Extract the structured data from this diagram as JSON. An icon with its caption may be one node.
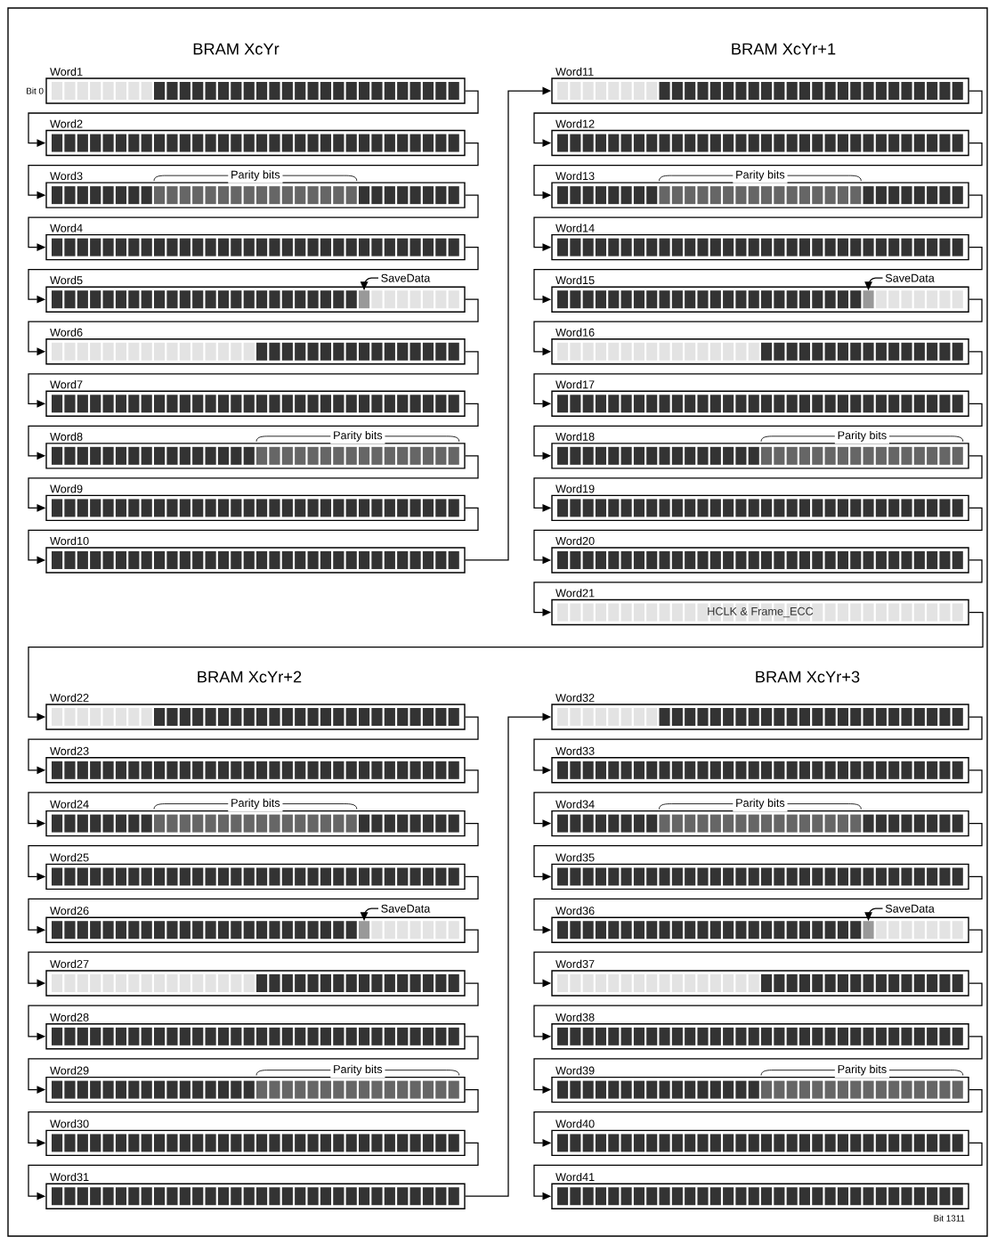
{
  "diagram": {
    "nodes": [
      {
        "text": [
          "Word1"
        ],
        "beside": [
          "Bit 0"
        ]
      },
      {
        "text": [
          "Word2"
        ]
      },
      {
        "text": [
          "Word3"
        ]
      },
      {
        "text": [
          "Word4"
        ]
      },
      {
        "text": [
          "Word5"
        ]
      },
      {
        "text": [
          "Word6"
        ]
      },
      {
        "text": [
          "Word7"
        ]
      },
      {
        "text": [
          "Word8"
        ]
      },
      {
        "text": [
          "Word9"
        ]
      },
      {
        "text": [
          "Word10"
        ]
      },
      {
        "text": [
          "Word11"
        ]
      },
      {
        "text": [
          "Word12"
        ]
      },
      {
        "text": [
          "Word13"
        ]
      },
      {
        "text": [
          "Word14"
        ]
      },
      {
        "text": [
          "Word15"
        ]
      },
      {
        "text": [
          "Word16"
        ]
      },
      {
        "text": [
          "Word17"
        ]
      },
      {
        "text": [
          "Word18"
        ]
      },
      {
        "text": [
          "Word19"
        ]
      },
      {
        "text": [
          "Word20"
        ]
      },
      {
        "text": [
          "Word21",
          "HCLK & Frame_ECC"
        ]
      },
      {
        "text": [
          "Word22"
        ]
      },
      {
        "text": [
          "Word23"
        ]
      },
      {
        "text": [
          "Word24"
        ]
      },
      {
        "text": [
          "Word25"
        ]
      },
      {
        "text": [
          "Word26"
        ]
      },
      {
        "text": [
          "Word27"
        ]
      },
      {
        "text": [
          "Word28"
        ]
      },
      {
        "text": [
          "Word29"
        ]
      },
      {
        "text": [
          "Word30"
        ]
      },
      {
        "text": [
          "Word31"
        ]
      },
      {
        "text": [
          "Word32"
        ]
      },
      {
        "text": [
          "Word33"
        ]
      },
      {
        "text": [
          "Word34"
        ]
      },
      {
        "text": [
          "Word35"
        ]
      },
      {
        "text": [
          "Word36"
        ]
      },
      {
        "text": [
          "Word37"
        ]
      },
      {
        "text": [
          "Word38"
        ]
      },
      {
        "text": [
          "Word39"
        ]
      },
      {
        "text": [
          "Word40"
        ]
      },
      {
        "text": [
          "Word41"
        ],
        "beside": [
          "Bit 1311"
        ]
      },
      {
        "text": [
          "SaveData"
        ]
      },
      {
        "text": [
          "SaveData"
        ]
      },
      {
        "text": [
          "SaveData"
        ]
      },
      {
        "text": [
          "SaveData"
        ]
      }
    ],
    "edges": [
      {
        "from": 0,
        "to": 1,
        "arrow": "to"
      },
      {
        "from": 1,
        "to": 2,
        "arrow": "to"
      },
      {
        "from": 2,
        "to": 3,
        "arrow": "to"
      },
      {
        "from": 3,
        "to": 4,
        "arrow": "to"
      },
      {
        "from": 4,
        "to": 5,
        "arrow": "to"
      },
      {
        "from": 5,
        "to": 6,
        "arrow": "to"
      },
      {
        "from": 6,
        "to": 7,
        "arrow": "to"
      },
      {
        "from": 7,
        "to": 8,
        "arrow": "to"
      },
      {
        "from": 8,
        "to": 9,
        "arrow": "to"
      },
      {
        "from": 9,
        "to": 10,
        "arrow": "to"
      },
      {
        "from": 10,
        "to": 11,
        "arrow": "to"
      },
      {
        "from": 11,
        "to": 12,
        "arrow": "to"
      },
      {
        "from": 12,
        "to": 13,
        "arrow": "to"
      },
      {
        "from": 13,
        "to": 14,
        "arrow": "to"
      },
      {
        "from": 14,
        "to": 15,
        "arrow": "to"
      },
      {
        "from": 15,
        "to": 16,
        "arrow": "to"
      },
      {
        "from": 16,
        "to": 17,
        "arrow": "to"
      },
      {
        "from": 17,
        "to": 18,
        "arrow": "to"
      },
      {
        "from": 18,
        "to": 19,
        "arrow": "to"
      },
      {
        "from": 19,
        "to": 20,
        "arrow": "to"
      },
      {
        "from": 20,
        "to": 21,
        "arrow": "to"
      },
      {
        "from": 21,
        "to": 22,
        "arrow": "to"
      },
      {
        "from": 22,
        "to": 23,
        "arrow": "to"
      },
      {
        "from": 23,
        "to": 24,
        "arrow": "to"
      },
      {
        "from": 24,
        "to": 25,
        "arrow": "to"
      },
      {
        "from": 25,
        "to": 26,
        "arrow": "to"
      },
      {
        "from": 26,
        "to": 27,
        "arrow": "to"
      },
      {
        "from": 27,
        "to": 28,
        "arrow": "to"
      },
      {
        "from": 28,
        "to": 29,
        "arrow": "to"
      },
      {
        "from": 29,
        "to": 30,
        "arrow": "to"
      },
      {
        "from": 30,
        "to": 31,
        "arrow": "to"
      },
      {
        "from": 31,
        "to": 32,
        "arrow": "to"
      },
      {
        "from": 32,
        "to": 33,
        "arrow": "to"
      },
      {
        "from": 33,
        "to": 34,
        "arrow": "to"
      },
      {
        "from": 34,
        "to": 35,
        "arrow": "to"
      },
      {
        "from": 35,
        "to": 36,
        "arrow": "to"
      },
      {
        "from": 36,
        "to": 37,
        "arrow": "to"
      },
      {
        "from": 37,
        "to": 38,
        "arrow": "to"
      },
      {
        "from": 38,
        "to": 39,
        "arrow": "to"
      },
      {
        "from": 39,
        "to": 40,
        "arrow": "to"
      },
      {
        "from": 41,
        "to": 4,
        "arrow": "to"
      },
      {
        "from": 42,
        "to": 14,
        "arrow": "to"
      },
      {
        "from": 43,
        "to": 25,
        "arrow": "to"
      },
      {
        "from": 44,
        "to": 35,
        "arrow": "to"
      }
    ],
    "labels": [
      "BRAM XcYr",
      "BRAM XcYr+1",
      "Parity bits",
      "Parity bits",
      "Parity bits",
      "Parity bits",
      "BRAM XcYr+2",
      "BRAM XcYr+3",
      "Parity bits",
      "Parity bits",
      "Parity bits",
      "Parity bits"
    ]
  }
}
